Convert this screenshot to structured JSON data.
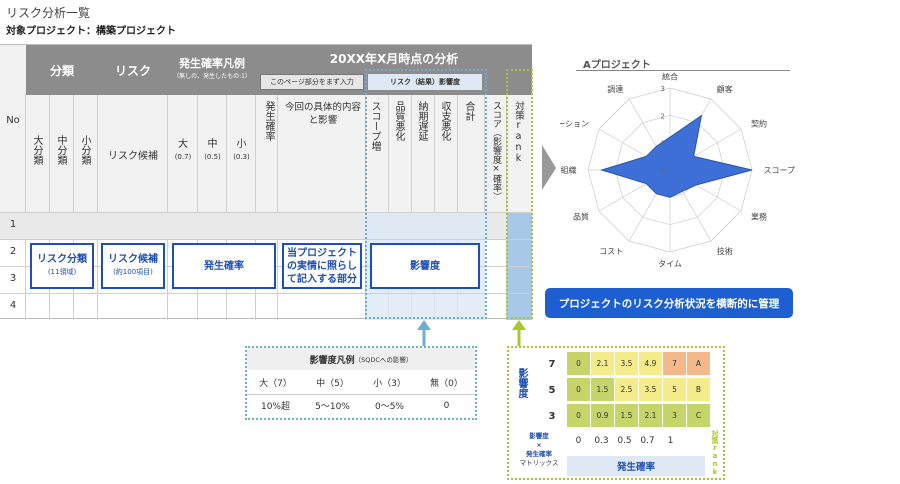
{
  "page": {
    "title": "リスク分析一覧",
    "subtitle": "対象プロジェクト：構築プロジェクト"
  },
  "table": {
    "no_label": "No",
    "groups": {
      "category": "分類",
      "risk": "リスク",
      "prob": "発生確率凡例",
      "prob_note": "（無しの、発生したもの:1）",
      "analysis": "20XX年X月時点の分析"
    },
    "sub": {
      "large": "大分類",
      "medium": "中分類",
      "small": "小分類",
      "risk_candidate": "リスク候補",
      "p_large": "大",
      "p_large_v": "(0.7)",
      "p_mid": "中",
      "p_mid_v": "(0.5)",
      "p_small": "小",
      "p_small_v": "(0.3)",
      "prob_col": "発生確率",
      "input_note": "このページ部分をまず入力",
      "impact_detail": "今回の具体的内容と影響",
      "impact_group": "リスク（結果）影響度",
      "scope": "スコープ増",
      "quality": "品質悪化",
      "delay": "納期遅延",
      "revenue": "収支悪化",
      "total": "合計",
      "score": "スコア（影響度×確率）",
      "rank": "対策rank"
    },
    "rows": [
      "1",
      "2",
      "3",
      "4"
    ],
    "boxes": {
      "category": "リスク分類",
      "category_sub": "(11領域)",
      "risk": "リスク候補",
      "risk_sub": "(約100項目)",
      "prob": "発生確率",
      "impact_detail": "当プロジェクトの実情に照らして記入する部分",
      "impact": "影響度"
    }
  },
  "legend": {
    "title": "影響度凡例",
    "title_note": "（SQDCへの影響）",
    "headers": [
      "大（7）",
      "中（5）",
      "小（3）",
      "無（0）"
    ],
    "values": [
      "10%超",
      "5〜10%",
      "0〜5%",
      "0"
    ]
  },
  "matrix": {
    "ylabel": "影響度",
    "rows": [
      {
        "impact": "7",
        "cells": [
          "0",
          "2.1",
          "3.5",
          "4.9",
          "7",
          "A"
        ],
        "colors": [
          "#c6d56a",
          "#f4ec8a",
          "#f4ec8a",
          "#f4ec8a",
          "#f3b98a",
          "#f3b98a"
        ]
      },
      {
        "impact": "5",
        "cells": [
          "0",
          "1.5",
          "2.5",
          "3.5",
          "5",
          "B"
        ],
        "colors": [
          "#c6d56a",
          "#c6d56a",
          "#f4ec8a",
          "#f4ec8a",
          "#f4ec8a",
          "#f4ec8a"
        ]
      },
      {
        "impact": "3",
        "cells": [
          "0",
          "0.9",
          "1.5",
          "2.1",
          "3",
          "C"
        ],
        "colors": [
          "#c6d56a",
          "#c6d56a",
          "#c6d56a",
          "#c6d56a",
          "#c6d56a",
          "#c6d56a"
        ]
      }
    ],
    "corner": [
      "影響度",
      "×",
      "発生確率",
      "マトリックス"
    ],
    "prob_values": [
      "0",
      "0.3",
      "0.5",
      "0.7",
      "1"
    ],
    "rank_label": "対策rank",
    "xlabel": "発生確率"
  },
  "radar": {
    "title": "Aプロジェクト",
    "axes": [
      "統合",
      "顧客",
      "契約",
      "スコープ",
      "業務",
      "技術",
      "タイム",
      "コスト",
      "品質",
      "組織",
      "コミュニケーション",
      "調達"
    ],
    "values": [
      1.2,
      2.3,
      1.0,
      3.0,
      1.1,
      0.9,
      1.0,
      1.0,
      1.0,
      2.5,
      1.0,
      1.0
    ],
    "ticks": [
      "0",
      "1",
      "2",
      "3"
    ],
    "max": 3
  },
  "cta": "プロジェクトのリスク分析状況を横断的に管理",
  "colors": {
    "header_dark": "#8c8c8c",
    "accent_blue": "#1f4fb4",
    "radar_fill": "#3d6fd6",
    "cta": "#1d5fd1"
  }
}
